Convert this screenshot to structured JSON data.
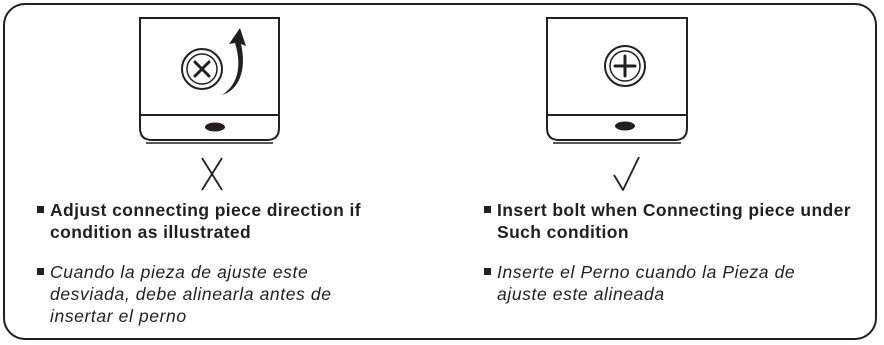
{
  "panels": [
    {
      "id": "incorrect",
      "symbol_icon": "x-mark-icon",
      "indicator_icon": "circle-x-icon",
      "arrow_icon": "curved-arrow-icon",
      "text_en": "Adjust connecting piece direction if condition as illustrated",
      "text_es": "Cuando la pieza de ajuste este desviada, debe alinearla antes de insertar el perno"
    },
    {
      "id": "correct",
      "symbol_icon": "check-mark-icon",
      "indicator_icon": "circle-plus-icon",
      "text_en": "Insert bolt when Connecting piece under Such condition",
      "text_es": "Inserte el Perno cuando la Pieza de ajuste este alineada"
    }
  ],
  "colors": {
    "ink": "#231f20",
    "background": "#ffffff"
  }
}
